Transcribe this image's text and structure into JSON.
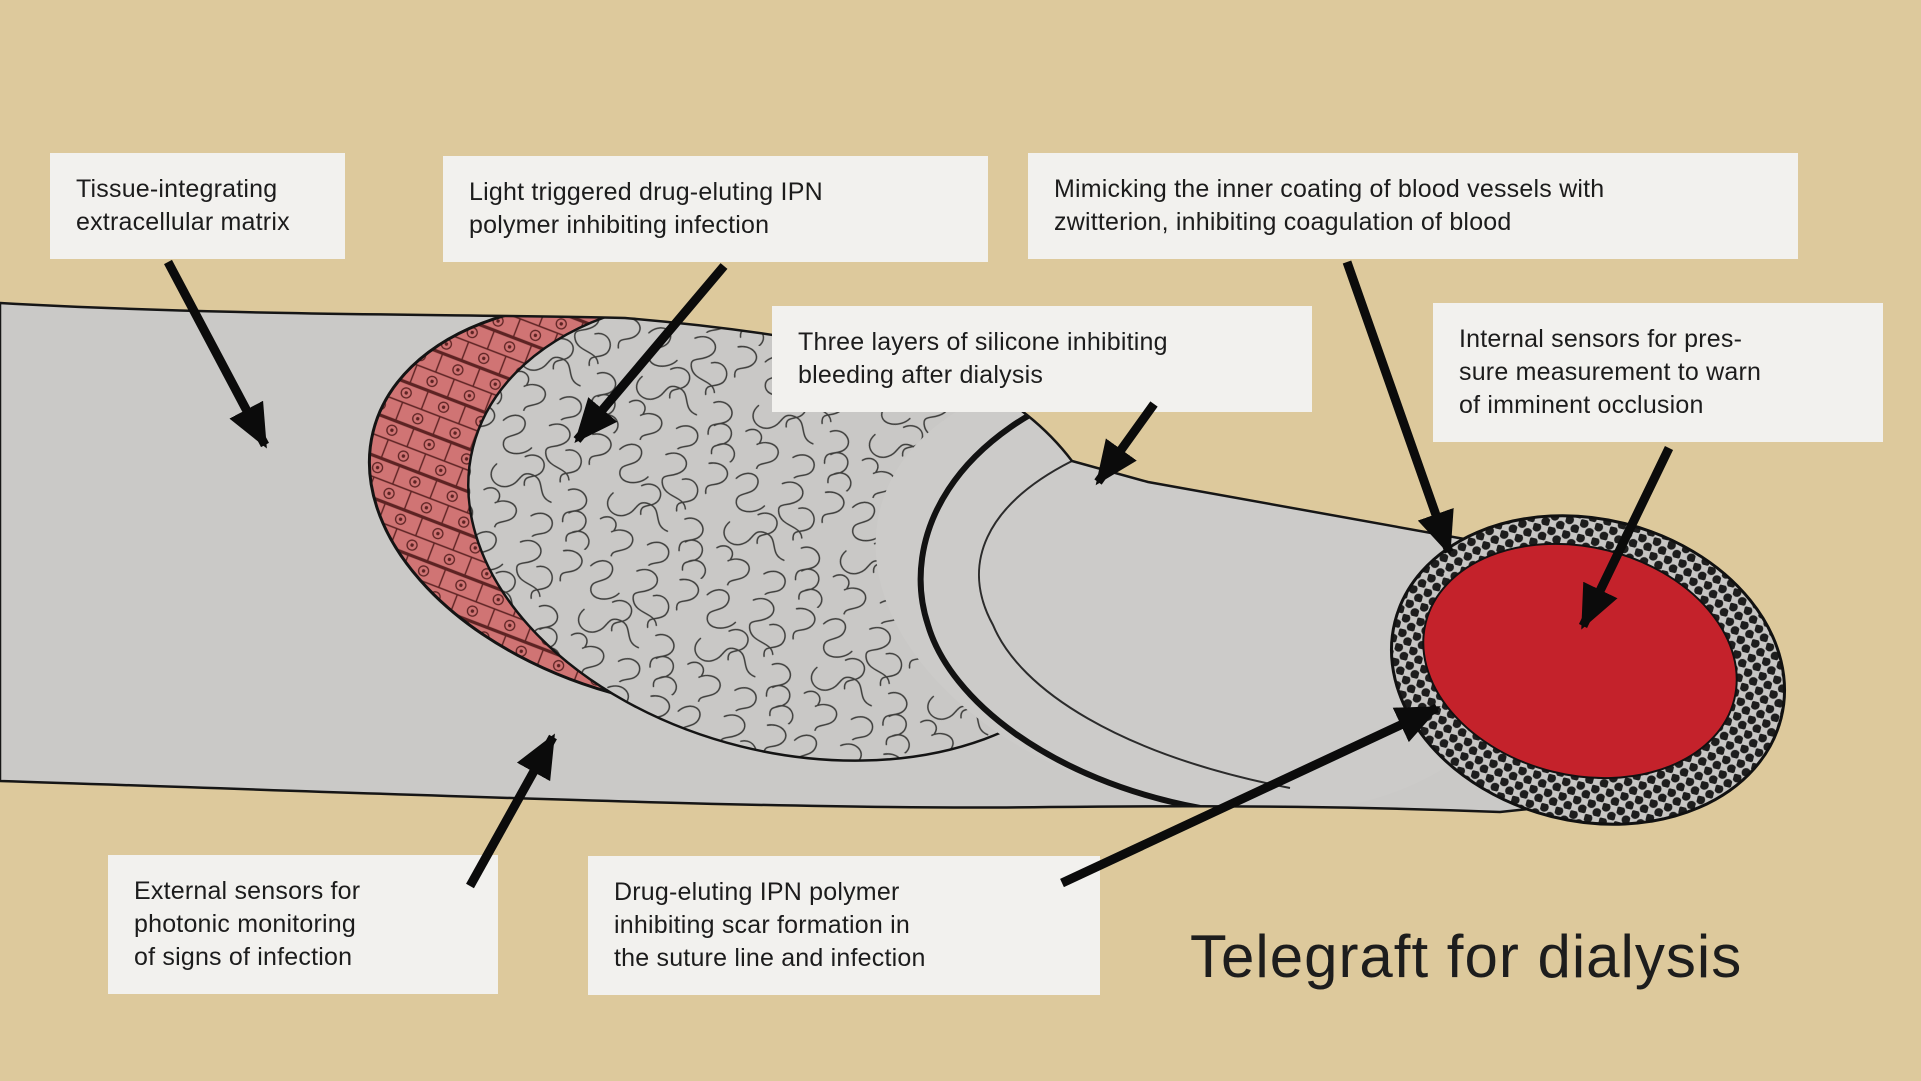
{
  "title": "Telegraft for dialysis",
  "labels": [
    {
      "name": "tissue-matrix",
      "lines": [
        "Tissue-integrating",
        "extracellular matrix"
      ]
    },
    {
      "name": "light-triggered-ipn",
      "lines": [
        "Light triggered drug-eluting IPN",
        "polymer inhibiting infection"
      ]
    },
    {
      "name": "zwitterion-coating",
      "lines": [
        "Mimicking the inner coating of blood vessels with",
        "zwitterion, inhibiting coagulation of blood"
      ]
    },
    {
      "name": "silicone-layers",
      "lines": [
        "Three layers of silicone inhibiting",
        "bleeding after dialysis"
      ]
    },
    {
      "name": "internal-sensors",
      "lines": [
        "Internal sensors for pres-",
        "sure measurement to warn",
        "of imminent occlusion"
      ]
    },
    {
      "name": "external-sensors",
      "lines": [
        "External sensors for",
        "photonic monitoring",
        "of signs of infection"
      ]
    },
    {
      "name": "drug-eluting-ipn",
      "lines": [
        "Drug-eluting IPN polymer",
        "inhibiting scar formation in",
        "the suture line and infection"
      ]
    }
  ],
  "colors": {
    "background": "#ddc99c",
    "label_box": "#f2f1ee",
    "text": "#1c1c1c",
    "graft_gray": "#cac9c7",
    "drug_layer_red": "#d07474",
    "lumen_red": "#c4222b",
    "arrow_black": "#0b0b0b"
  }
}
